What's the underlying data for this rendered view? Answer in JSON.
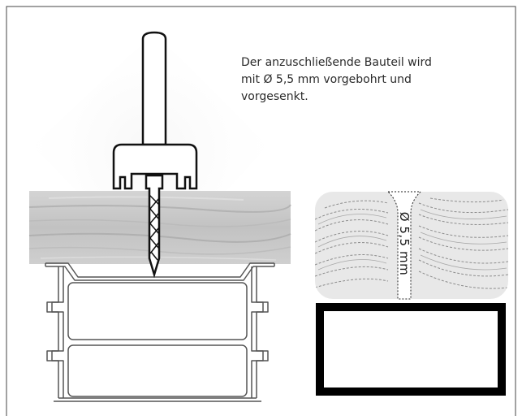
{
  "caption": {
    "lines": [
      "Der anzuschließende Bauteil wird",
      "mit Ø 5,5 mm vorgebohrt und",
      "vorgesenkt."
    ]
  },
  "dimension": {
    "label": "Ø 5,5 mm"
  },
  "colors": {
    "border": "#444444",
    "wood_board": "#c9c9c9",
    "profile_stroke": "#555555",
    "tube_stroke": "#000000",
    "drill_body": "#ffffff",
    "end_grain": "#e6e6e6"
  }
}
